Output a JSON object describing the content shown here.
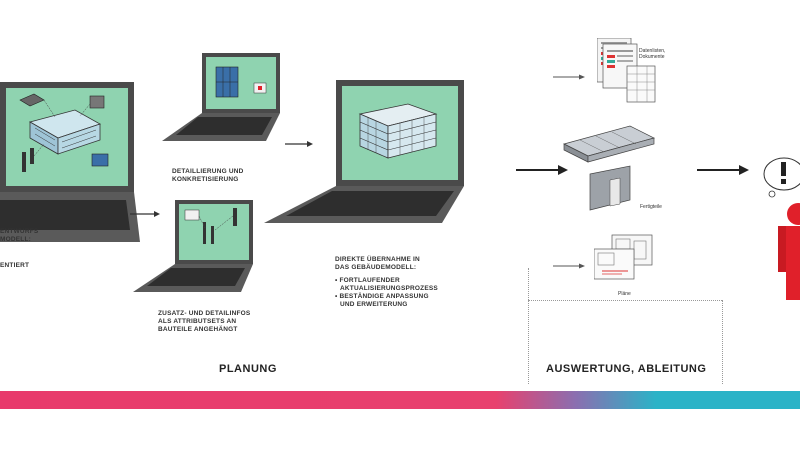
{
  "labels": {
    "left_entwurf_1": "ENTWURFS",
    "left_entwurf_2": "MODELL:",
    "left_entwurf_3": "ENTIERT",
    "detail_1": "DETAILLIERUNG UND",
    "detail_2": "KONKRETISIERUNG",
    "zusatz_1": "ZUSATZ- UND DETAILINFOS",
    "zusatz_2": "ALS ATTRIBUTSETS AN",
    "zusatz_3": "BAUTEILE ANGEHÄNGT",
    "direkt_1": "DIREKTE ÜBERNAHME IN",
    "direkt_2": "DAS GEBÄUDEMODELL:",
    "direkt_3": "• FORTLAUFENDER",
    "direkt_4": "AKTUALISIERUNGSPROZESS",
    "direkt_5": "• BESTÄNDIGE ANPASSUNG",
    "direkt_6": "UND ERWEITERUNG",
    "datenlisten_1": "Datenlisten,",
    "datenlisten_2": "Dokumente",
    "fertigteile": "Fertigteile",
    "plaene": "Pläne"
  },
  "phases": {
    "planung": "PLANUNG",
    "auswertung": "AUSWERTUNG, ABLEITUNG"
  },
  "colors": {
    "screen": "#8fd3b0",
    "laptop_body": "#4a4a4a",
    "person": "#e0202a",
    "bar_left": "#e83a6c",
    "bar_right": "#2bb3c7"
  }
}
